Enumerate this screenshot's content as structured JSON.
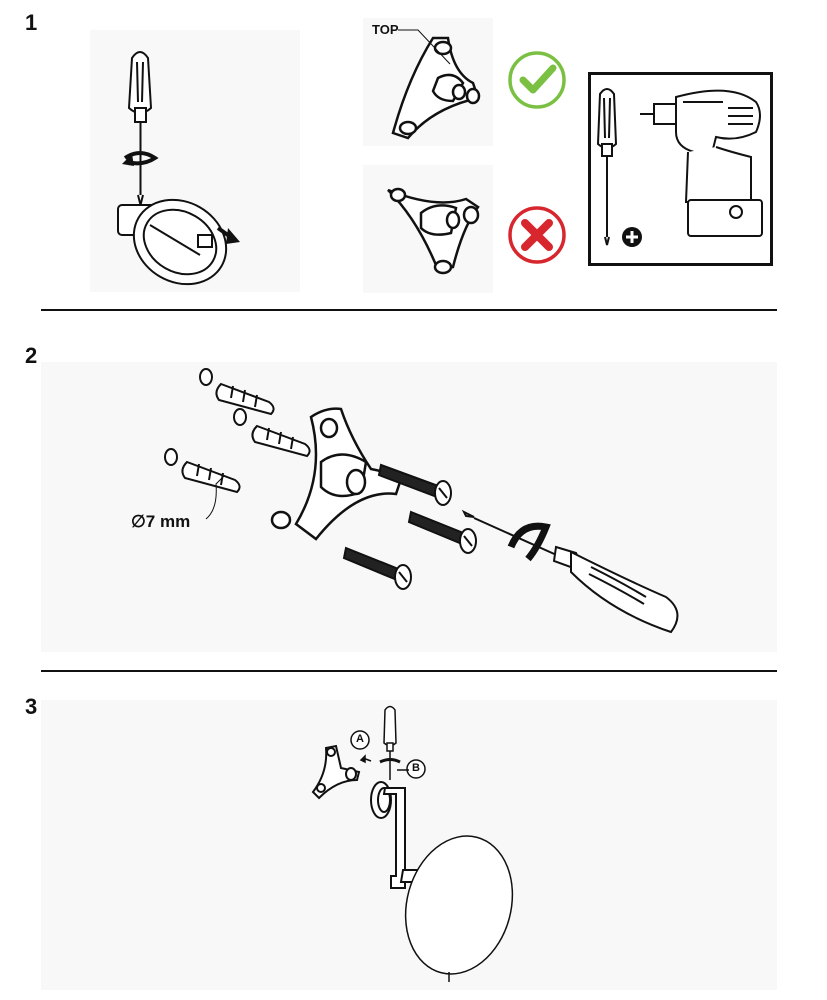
{
  "steps": [
    {
      "number": "1"
    },
    {
      "number": "2"
    },
    {
      "number": "3"
    }
  ],
  "step1": {
    "top_label": "TOP",
    "correct_mark": "check-icon",
    "wrong_mark": "cross-icon",
    "tools_box": {
      "plus_symbol": "+",
      "tools": [
        "screwdriver-icon",
        "drill-icon"
      ]
    },
    "colors": {
      "correct": "#7ac143",
      "wrong": "#d7262d"
    }
  },
  "step2": {
    "diameter_label": "∅7 mm"
  },
  "step3": {
    "marker_a": "A",
    "marker_b": "B"
  }
}
